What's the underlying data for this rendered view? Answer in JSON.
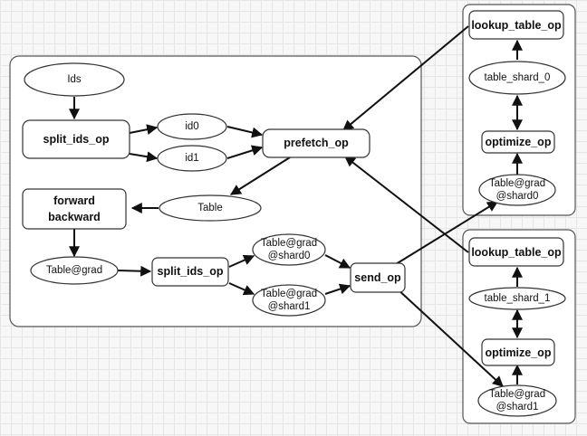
{
  "nodes": {
    "ids": "Ids",
    "split_ids_op": "split_ids_op",
    "id0": "id0",
    "id1": "id1",
    "prefetch_op": "prefetch_op",
    "forward": "forward",
    "backward": "backward",
    "table": "Table",
    "table_grad": "Table@grad",
    "split_ids_op_2": "split_ids_op",
    "grad_shard0_l1": "Table@grad",
    "grad_shard0_l2": "@shard0",
    "grad_shard1_l1": "Table@grad",
    "grad_shard1_l2": "@shard1",
    "send_op": "send_op",
    "pserver0": {
      "lookup": "lookup_table_op",
      "shard": "table_shard_0",
      "optimize": "optimize_op",
      "grad_l1": "Table@grad",
      "grad_l2": "@shard0"
    },
    "pserver1": {
      "lookup": "lookup_table_op",
      "shard": "table_shard_1",
      "optimize": "optimize_op",
      "grad_l1": "Table@grad",
      "grad_l2": "@shard1"
    }
  }
}
